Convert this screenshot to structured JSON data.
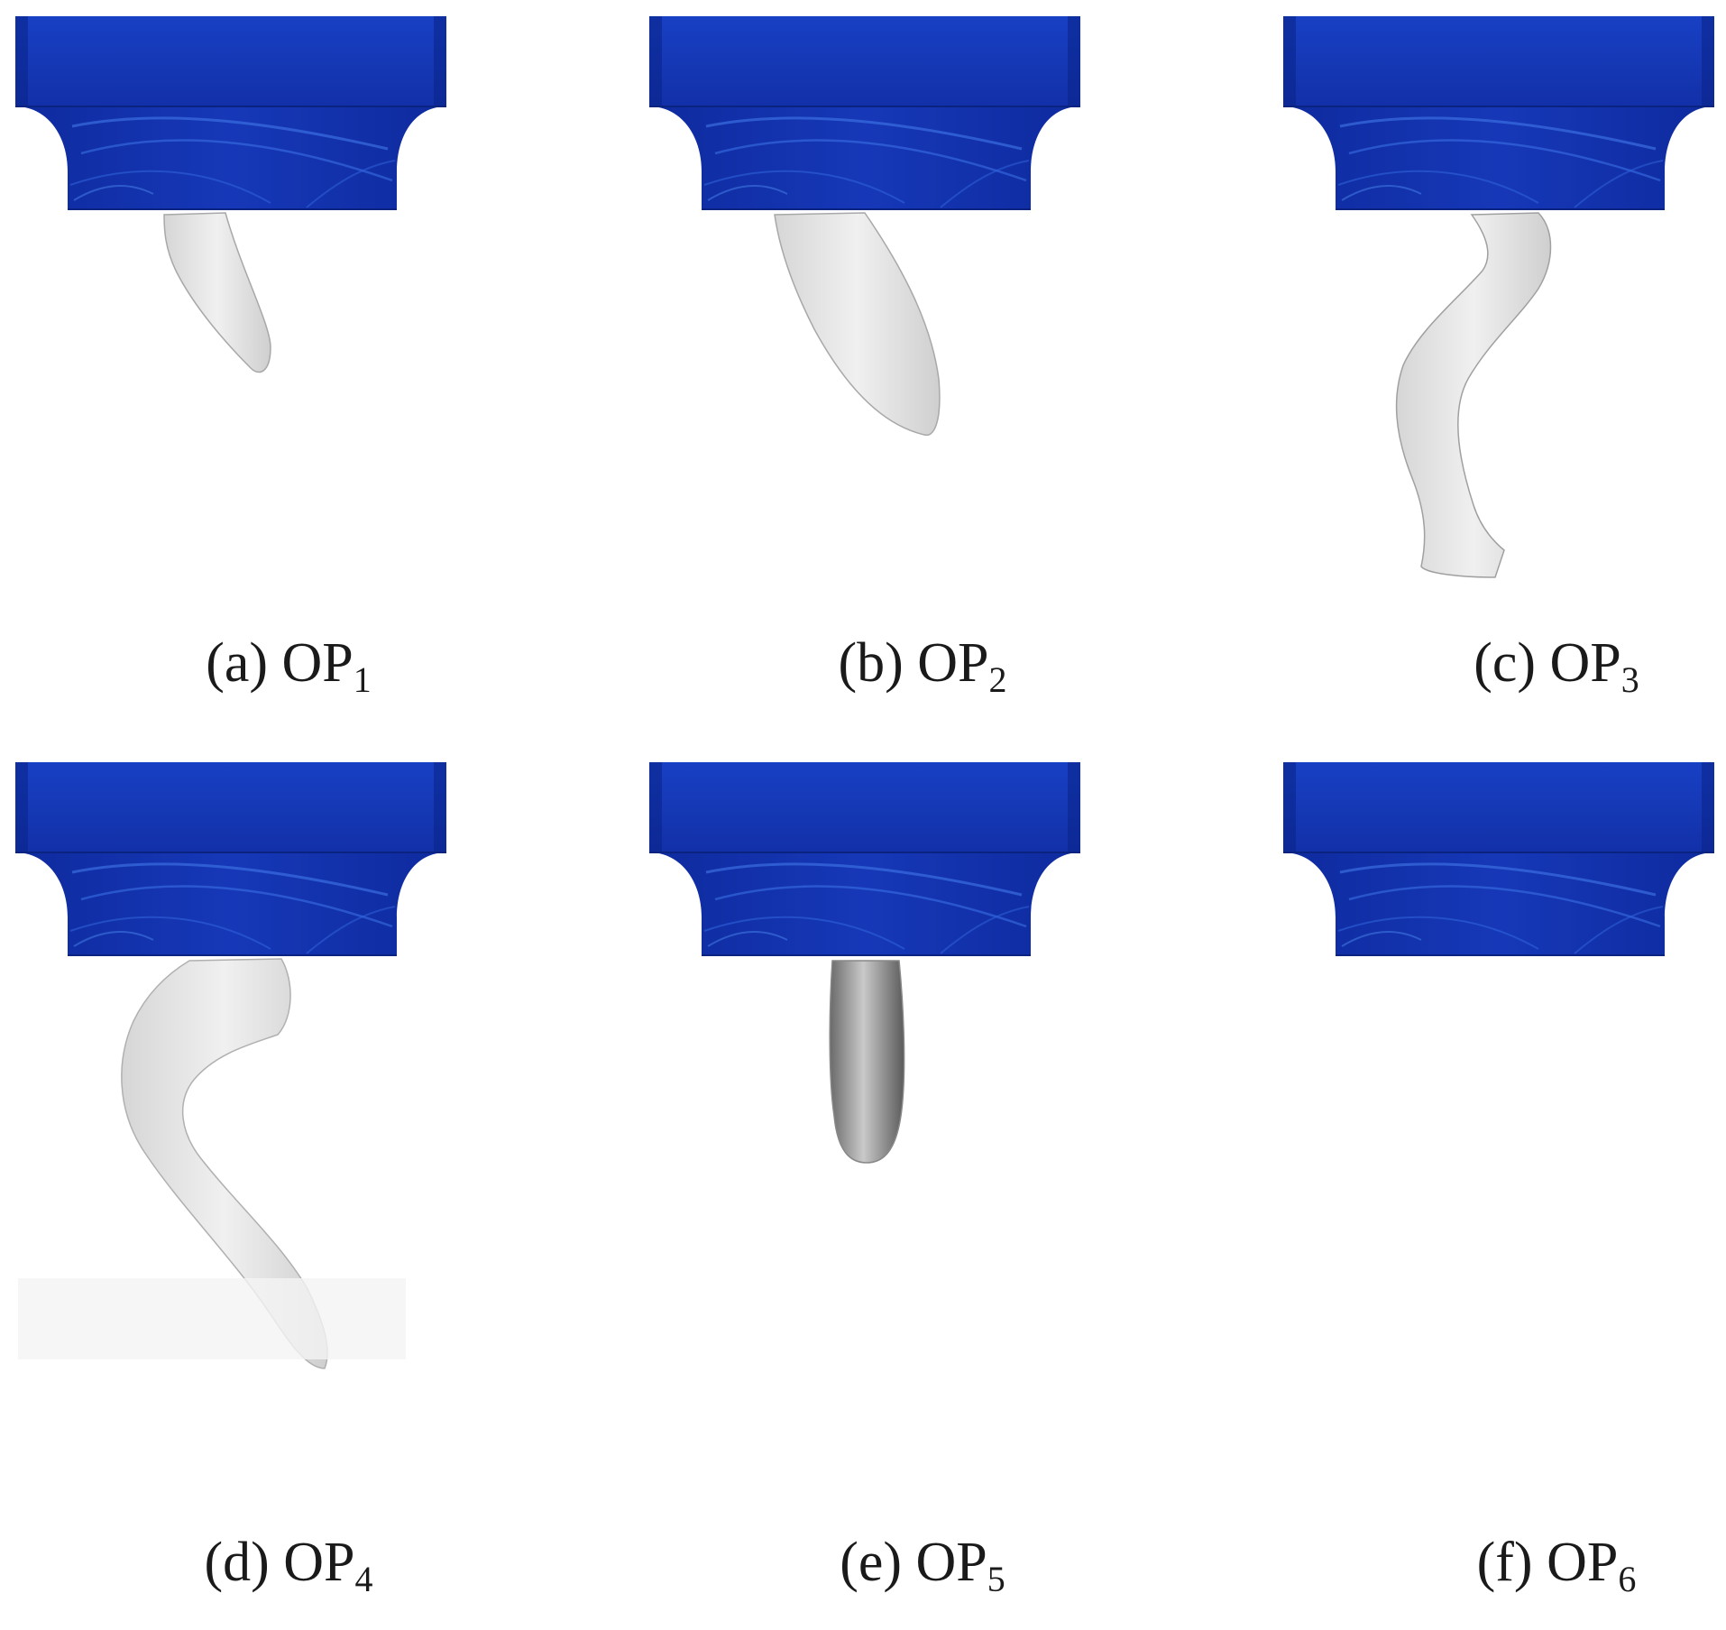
{
  "panels": [
    {
      "id": "a",
      "prefix": "(a)",
      "label": "OP",
      "sub": "1",
      "vortex": "op1"
    },
    {
      "id": "b",
      "prefix": "(b)",
      "label": "OP",
      "sub": "2",
      "vortex": "op2"
    },
    {
      "id": "c",
      "prefix": "(c)",
      "label": "OP",
      "sub": "3",
      "vortex": "op3"
    },
    {
      "id": "d",
      "prefix": "(d)",
      "label": "OP",
      "sub": "4",
      "vortex": "op4"
    },
    {
      "id": "e",
      "prefix": "(e)",
      "label": "OP",
      "sub": "5",
      "vortex": "op5"
    },
    {
      "id": "f",
      "prefix": "(f)",
      "label": "OP",
      "sub": "6",
      "vortex": "none"
    }
  ],
  "colors": {
    "runner": "#1434b8",
    "runner_dark": "#0c2596",
    "runner_light": "#2a5ed6",
    "vortex": "#e6e6e6",
    "vortex_edge": "#9a9a9a",
    "caption": "#1a1a1a"
  }
}
